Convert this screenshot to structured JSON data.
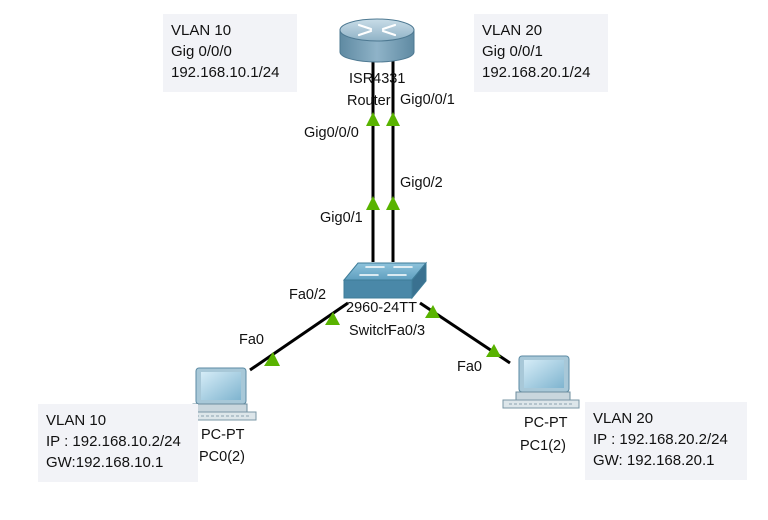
{
  "notes": {
    "router_vlan10": {
      "lines": [
        "VLAN 10",
        "Gig 0/0/0",
        "192.168.10.1/24"
      ]
    },
    "router_vlan20": {
      "lines": [
        "VLAN 20",
        "Gig 0/0/1",
        "192.168.20.1/24"
      ]
    },
    "pc0": {
      "lines": [
        "VLAN 10",
        "IP : 192.168.10.2/24",
        "GW:192.168.10.1"
      ]
    },
    "pc1": {
      "lines": [
        "VLAN 20",
        "IP : 192.168.20.2/24",
        "GW: 192.168.20.1"
      ]
    }
  },
  "devices": {
    "router": {
      "model": "ISR4331",
      "name": "Router"
    },
    "switch": {
      "model": "2960-24TT",
      "name": "Switch"
    },
    "pc0": {
      "model": "PC-PT",
      "name": "PC0(2)"
    },
    "pc1": {
      "model": "PC-PT",
      "name": "PC1(2)"
    }
  },
  "ports": {
    "router_gig000": "Gig0/0/0",
    "router_gig001": "Gig0/0/1",
    "switch_gig01": "Gig0/1",
    "switch_gig02": "Gig0/2",
    "switch_fa02": "Fa0/2",
    "switch_fa03": "Fa0/3",
    "pc0_fa0": "Fa0",
    "pc1_fa0": "Fa0"
  },
  "colors": {
    "link": "#000000",
    "link_up": "#59b300",
    "note_bg": "#f2f3f7",
    "router_body": "#7fa7bd",
    "switch_body": "#5e9bb8"
  }
}
